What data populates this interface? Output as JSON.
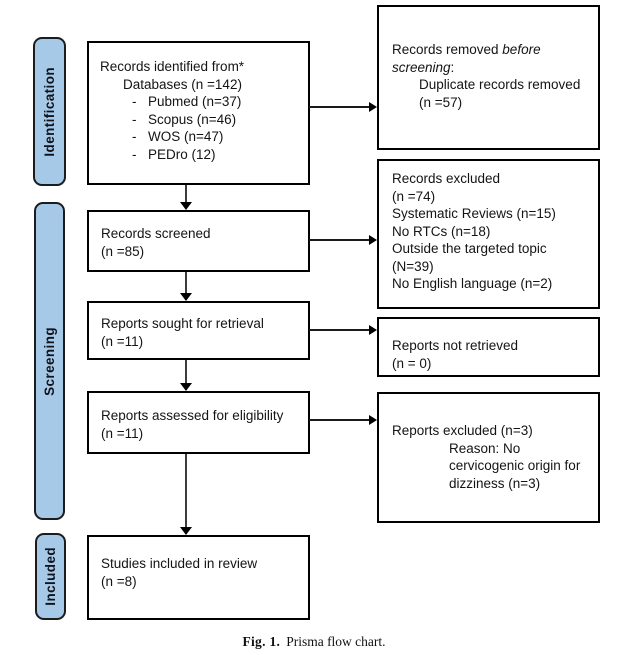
{
  "sidebar": {
    "identification": "Identification",
    "screening": "Screening",
    "included": "Included"
  },
  "flow": {
    "records_identified": {
      "title": "Records identified from*",
      "subtitle": "Databases (n =142)",
      "bullet": "-",
      "items": [
        "Pubmed (n=37)",
        "Scopus (n=46)",
        "WOS (n=47)",
        "PEDro (12)"
      ]
    },
    "records_screened": {
      "line1": "Records screened",
      "line2": "(n =85)"
    },
    "reports_sought": {
      "line1": "Reports sought for retrieval",
      "line2": "(n =11)"
    },
    "reports_assessed": {
      "line1": "Reports assessed for eligibility",
      "line2": "(n =11)"
    },
    "studies_included": {
      "line1": "Studies included in review",
      "line2": "(n =8)"
    }
  },
  "exclusions": {
    "records_removed": {
      "l1_normal": "Records removed ",
      "l1_italic": "before",
      "l2_italic": "screening",
      "l2_normal": ":",
      "l3": "Duplicate records removed",
      "l4": "(n =57)"
    },
    "records_excluded": {
      "lines": [
        "Records excluded",
        "(n =74)",
        "Systematic Reviews (n=15)",
        "No RTCs (n=18)",
        "Outside the targeted topic",
        "(N=39)",
        "No English language (n=2)"
      ]
    },
    "reports_not_retrieved": {
      "line1": "Reports not retrieved",
      "line2": "(n = 0)"
    },
    "reports_excluded": {
      "line1": "Reports excluded (n=3)",
      "reason_lines": [
        "Reason: No",
        "cervicogenic origin for",
        "dizziness (n=3)"
      ]
    }
  },
  "caption": {
    "label": "Fig. 1.",
    "text": "Prisma flow chart."
  },
  "colors": {
    "stage_fill": "#a6c9e8",
    "stage_border": "#1c1c1c",
    "box_border": "#000000",
    "arrow": "#000000"
  }
}
